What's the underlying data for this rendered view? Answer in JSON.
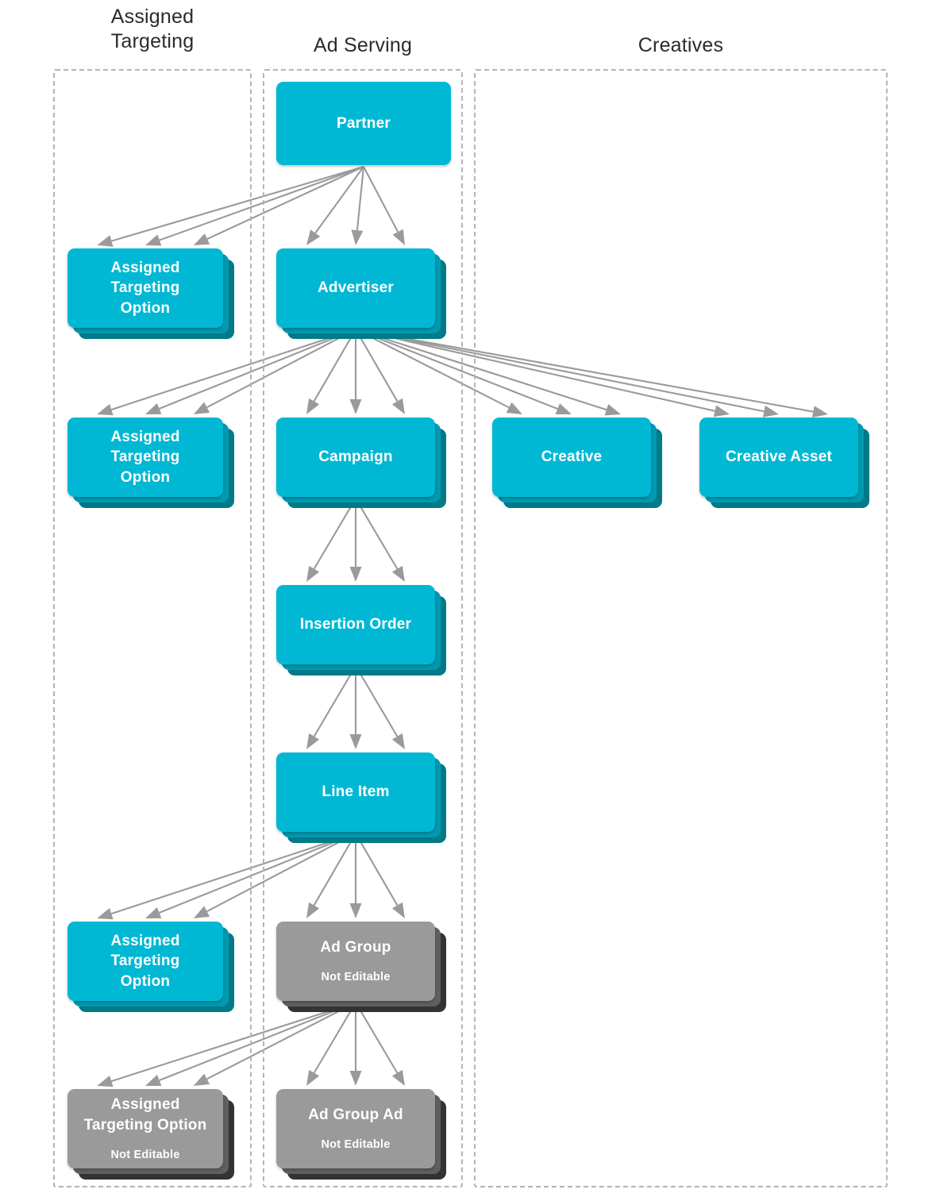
{
  "palette": {
    "background": "#ffffff",
    "node_cyan_front": "#00b8d4",
    "node_cyan_mid": "#0099b0",
    "node_cyan_back": "#017a88",
    "node_gray_front": "#9a9a9a",
    "node_gray_mid": "#5f5f5f",
    "node_gray_back": "#333333",
    "arrow": "#9a9a9a",
    "group_border": "#b4b4b4",
    "header_text": "#2b2b2b",
    "node_text": "#ffffff"
  },
  "columns": [
    {
      "id": "assigned-targeting",
      "label": "Assigned\nTargeting"
    },
    {
      "id": "ad-serving",
      "label": "Ad Serving"
    },
    {
      "id": "creatives",
      "label": "Creatives"
    }
  ],
  "nodes": [
    {
      "id": "partner",
      "column": "ad-serving",
      "title": "Partner",
      "subtitle": "",
      "style": "cyan",
      "stacked": false
    },
    {
      "id": "ato-partner",
      "column": "assigned-targeting",
      "title": "Assigned\nTargeting\nOption",
      "subtitle": "",
      "style": "cyan",
      "stacked": true
    },
    {
      "id": "advertiser",
      "column": "ad-serving",
      "title": "Advertiser",
      "subtitle": "",
      "style": "cyan",
      "stacked": true
    },
    {
      "id": "ato-advertiser",
      "column": "assigned-targeting",
      "title": "Assigned\nTargeting\nOption",
      "subtitle": "",
      "style": "cyan",
      "stacked": true
    },
    {
      "id": "campaign",
      "column": "ad-serving",
      "title": "Campaign",
      "subtitle": "",
      "style": "cyan",
      "stacked": true
    },
    {
      "id": "creative",
      "column": "creatives",
      "title": "Creative",
      "subtitle": "",
      "style": "cyan",
      "stacked": true
    },
    {
      "id": "creative-asset",
      "column": "creatives",
      "title": "Creative Asset",
      "subtitle": "",
      "style": "cyan",
      "stacked": true
    },
    {
      "id": "insertion-order",
      "column": "ad-serving",
      "title": "Insertion Order",
      "subtitle": "",
      "style": "cyan",
      "stacked": true
    },
    {
      "id": "line-item",
      "column": "ad-serving",
      "title": "Line Item",
      "subtitle": "",
      "style": "cyan",
      "stacked": true
    },
    {
      "id": "ato-line-item",
      "column": "assigned-targeting",
      "title": "Assigned\nTargeting\nOption",
      "subtitle": "",
      "style": "cyan",
      "stacked": true
    },
    {
      "id": "ad-group",
      "column": "ad-serving",
      "title": "Ad Group",
      "subtitle": "Not Editable",
      "style": "gray",
      "stacked": true
    },
    {
      "id": "ato-ad-group",
      "column": "assigned-targeting",
      "title": "Assigned\nTargeting Option",
      "subtitle": "Not Editable",
      "style": "gray",
      "stacked": true
    },
    {
      "id": "ad-group-ad",
      "column": "ad-serving",
      "title": "Ad Group Ad",
      "subtitle": "Not Editable",
      "style": "gray",
      "stacked": true
    }
  ],
  "edges": [
    {
      "from": "partner",
      "to": "ato-partner",
      "multiplicity": 3
    },
    {
      "from": "partner",
      "to": "advertiser",
      "multiplicity": 3
    },
    {
      "from": "advertiser",
      "to": "ato-advertiser",
      "multiplicity": 3
    },
    {
      "from": "advertiser",
      "to": "campaign",
      "multiplicity": 3
    },
    {
      "from": "advertiser",
      "to": "creative",
      "multiplicity": 3
    },
    {
      "from": "advertiser",
      "to": "creative-asset",
      "multiplicity": 3
    },
    {
      "from": "campaign",
      "to": "insertion-order",
      "multiplicity": 3
    },
    {
      "from": "insertion-order",
      "to": "line-item",
      "multiplicity": 3
    },
    {
      "from": "line-item",
      "to": "ato-line-item",
      "multiplicity": 3
    },
    {
      "from": "line-item",
      "to": "ad-group",
      "multiplicity": 3
    },
    {
      "from": "ad-group",
      "to": "ato-ad-group",
      "multiplicity": 3
    },
    {
      "from": "ad-group",
      "to": "ad-group-ad",
      "multiplicity": 3
    }
  ]
}
